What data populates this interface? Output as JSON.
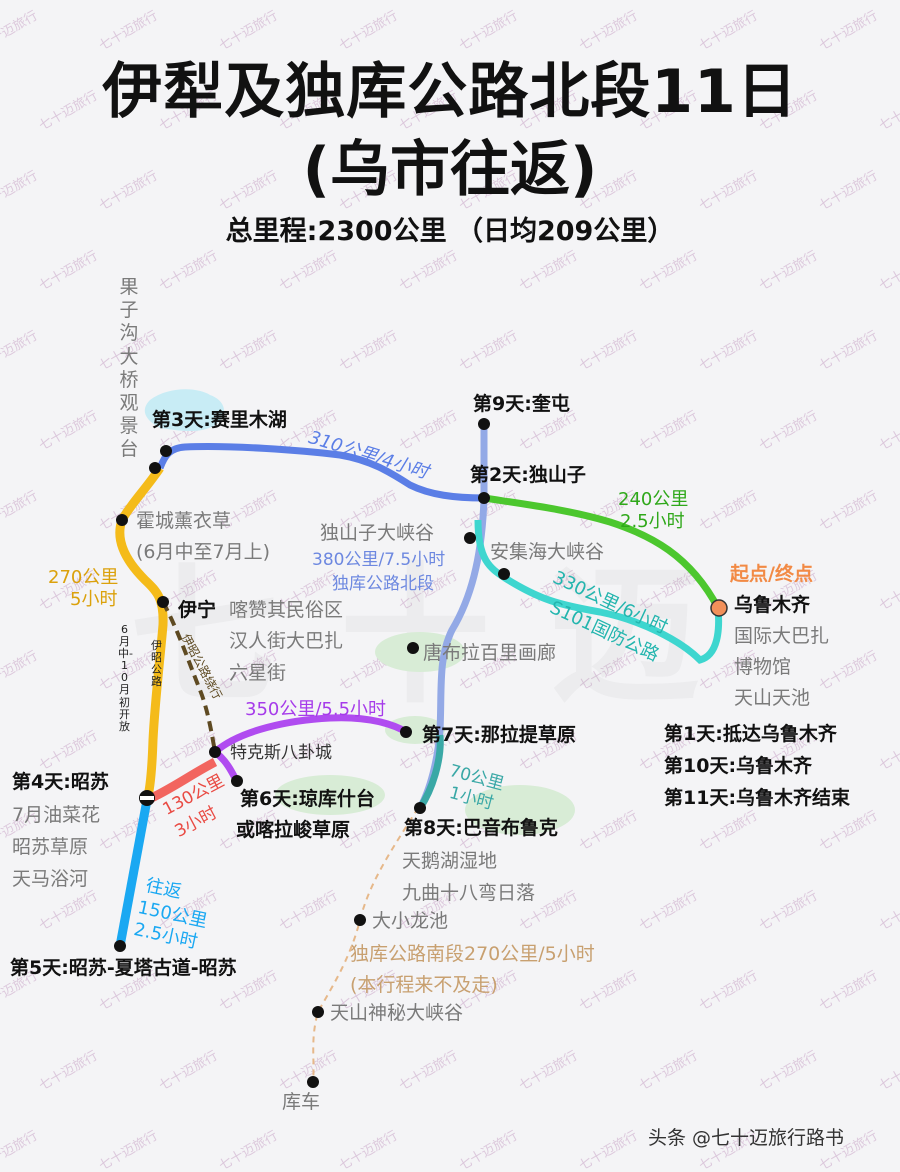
{
  "title": {
    "line1": "伊犁及独库公路北段11日",
    "line2": "(乌市往返)",
    "subtitle": "总里程:2300公里 （日均209公里）"
  },
  "watermark": "七十迈旅行",
  "colors": {
    "day2_route": "#4cc72e",
    "day3_route": "#5b7ee6",
    "cyan_route": "#3ed6cf",
    "yellow_route": "#f4bb1a",
    "purple_route": "#b04cf0",
    "red_route": "#f2655f",
    "blue_route": "#1aa8f2",
    "dukugonglu_route": "#93a9e6",
    "teal_route": "#3aa8a6",
    "south_route": "#e6b88a",
    "start_marker": "#f2905a"
  },
  "places": {
    "guozigou": "果子沟大桥观景台",
    "sailimu": "第3天:赛里木湖",
    "huocheng": "霍城薰衣草",
    "huocheng_note": "(6月中至7月上)",
    "yining": "伊宁",
    "yining_sights": [
      "喀赞其民俗区",
      "汉人街大巴扎",
      "六星街"
    ],
    "tekesi": "特克斯八卦城",
    "zhaosu": "第4天:昭苏",
    "zhaosu_sights": [
      "7月油菜花",
      "昭苏草原",
      "天马浴河"
    ],
    "day5": "第5天:昭苏-夏塔古道-昭苏",
    "day6_a": "第6天:琼库什台",
    "day6_b": "或喀拉峻草原",
    "day7": "第7天:那拉提草原",
    "day8": "第8天:巴音布鲁克",
    "day8_sights": [
      "天鹅湖湿地",
      "九曲十八弯日落"
    ],
    "day9": "第9天:奎屯",
    "day2": "第2天:独山子",
    "dushanzi_canyon": "独山子大峡谷",
    "anjihai": "安集海大峡谷",
    "tangbula": "唐布拉百里画廊",
    "start_end": "起点/终点",
    "urumqi": "乌鲁木齐",
    "urumqi_sights": [
      "国际大巴扎",
      "博物馆",
      "天山天池"
    ],
    "itinerary_notes": [
      "第1天:抵达乌鲁木齐",
      "第10天:乌鲁木齐",
      "第11天:乌鲁木齐结束"
    ],
    "daxiaolongchi": "大小龙池",
    "south_section": "独库公路南段270公里/5小时",
    "south_note": "(本行程来不及走)",
    "tianshan_canyon": "天山神秘大峡谷",
    "kuche": "库车"
  },
  "routes": {
    "r310": "310公里/4小时",
    "r240_a": "240公里",
    "r240_b": "2.5小时",
    "r380": "380公里/7.5小时",
    "dukubei": "独库公路北段",
    "r330": "330公里/6小时",
    "s101": "S101国防公路",
    "r270_a": "270公里",
    "r270_b": "5小时",
    "yizhao_road": "伊昭公路",
    "yizhao_note": "6月中-10月初开放",
    "yizhao_detour": "伊昭公路绕行",
    "r350": "350公里/5.5小时",
    "r130_a": "130公里",
    "r130_b": "3小时",
    "r70_a": "70公里",
    "r70_b": "1小时",
    "return_a": "往返",
    "return_b": "150公里",
    "return_c": "2.5小时"
  },
  "credit": "头条 @七十迈旅行路书"
}
